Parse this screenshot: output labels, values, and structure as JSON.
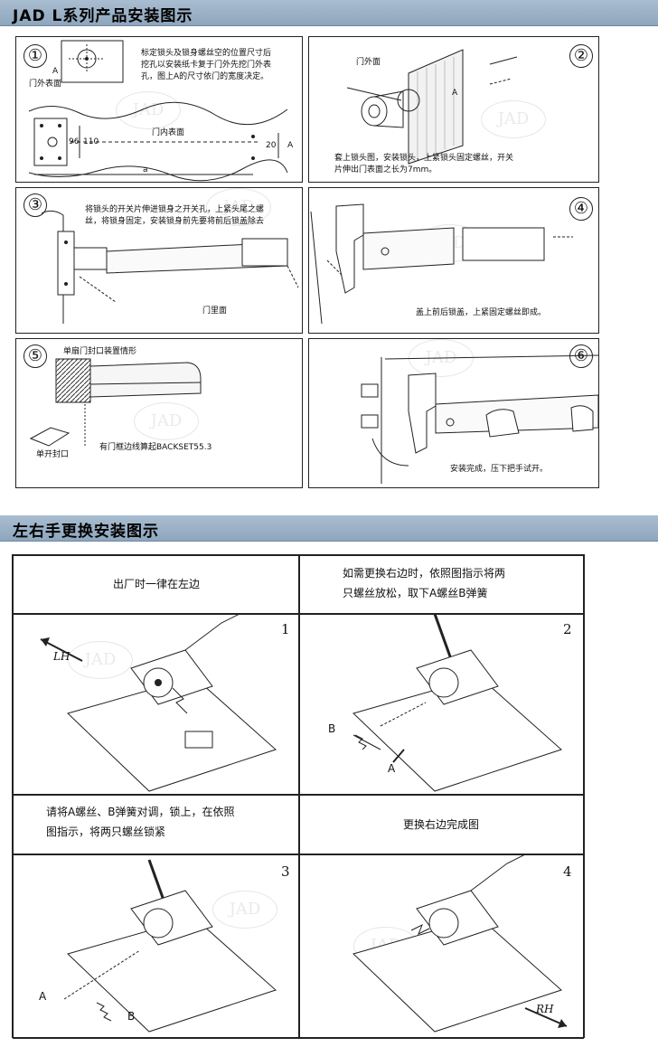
{
  "section1": {
    "title": "JAD  L系列产品安装图示"
  },
  "section2": {
    "title": "左右手更换安装图示"
  },
  "watermark": "JAD",
  "panels": [
    {
      "num": "①",
      "lines": [
        "标定锁头及锁身螺丝空的位置尺寸后",
        "挖孔以安装纸卡复于门外先挖门外表",
        "孔，图上A的尺寸依门的宽度决定。"
      ],
      "labels": [
        "A",
        "门外表面",
        "门内表面",
        "96",
        "110",
        "20",
        "A",
        "a"
      ]
    },
    {
      "num": "②",
      "lines": [
        "套上锁头图，安装锁头，上紧锁头固定螺丝，开关",
        "片伸出门表面之长为7mm。"
      ],
      "labels": [
        "门外面",
        "A"
      ]
    },
    {
      "num": "③",
      "lines": [
        "将锁头的开关片伸进锁身之开关孔，上紧头尾之螺",
        "丝，将锁身固定，安装锁身前先要将前后锁盖除去"
      ],
      "labels": [
        "门里面"
      ]
    },
    {
      "num": "④",
      "lines": [
        "盖上前后锁盖，上紧固定螺丝即成。"
      ],
      "labels": []
    },
    {
      "num": "⑤",
      "lines": [
        "单扇门封口装置情形"
      ],
      "labels": [
        "有门框边线算起BACKSET55.3",
        "单开封口"
      ]
    },
    {
      "num": "⑥",
      "lines": [
        "安装完成，压下把手试开。"
      ],
      "labels": []
    }
  ],
  "steps": [
    {
      "caption": "出厂时一律在左边",
      "num": "1",
      "tag": "LH"
    },
    {
      "caption": "如需更换右边时，依照图指示将两只螺丝放松，取下A螺丝B弹簧",
      "caption_lines": [
        "如需更换右边时，依照图指示将两",
        "只螺丝放松，取下A螺丝B弹簧"
      ],
      "num": "2",
      "labels": [
        "B",
        "A"
      ]
    },
    {
      "caption": "请将A螺丝、B弹簧对调，锁上，在依照图指示，将两只螺丝锁紧",
      "caption_lines": [
        "请将A螺丝、B弹簧对调，锁上，在依照",
        "图指示，将两只螺丝锁紧"
      ],
      "num": "3",
      "labels": [
        "A",
        "B"
      ]
    },
    {
      "caption": "更换右边完成图",
      "num": "4",
      "tag": "RH"
    }
  ]
}
